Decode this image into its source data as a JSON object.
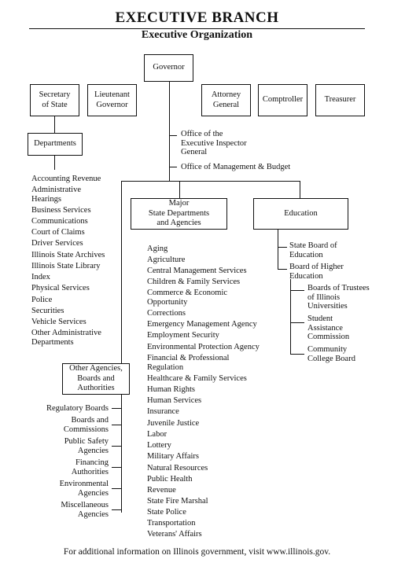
{
  "header": {
    "title": "EXECUTIVE BRANCH",
    "subtitle": "Executive Organization"
  },
  "boxes": {
    "governor": "Governor",
    "secretary_of_state": "Secretary\nof State",
    "lieutenant_governor": "Lieutenant\nGovernor",
    "attorney_general": "Attorney\nGeneral",
    "comptroller": "Comptroller",
    "treasurer": "Treasurer",
    "departments": "Departments",
    "major_state_departments": "Major\nState Departments\nand Agencies",
    "education": "Education",
    "other_agencies": "Other Agencies,\nBoards and\nAuthorities"
  },
  "governor_offices": [
    "Office of the\nExecutive Inspector\nGeneral",
    "Office of Management & Budget"
  ],
  "sos_departments": [
    "Accounting Revenue",
    "Administrative\n   Hearings",
    "Business Services",
    "Communications",
    "Court of Claims",
    "Driver Services",
    "Illinois State Archives",
    "Illinois State Library",
    "Index",
    "Physical Services",
    "Police",
    "Securities",
    "Vehicle Services",
    "Other Administrative\n   Departments"
  ],
  "major_agencies": [
    "Aging",
    "Agriculture",
    "Central Management Services",
    "Children & Family Services",
    "Commerce & Economic\n   Opportunity",
    "Corrections",
    "Emergency Management Agency",
    "Employment Security",
    "Environmental Protection Agency",
    "Financial & Professional\n   Regulation",
    "Healthcare & Family Services",
    "Human Rights",
    "Human Services",
    "Insurance",
    "Juvenile Justice",
    "Labor",
    "Lottery",
    "Military Affairs",
    "Natural Resources",
    "Public Health",
    "Revenue",
    "State Fire Marshal",
    "State Police",
    "Transportation",
    "Veterans' Affairs"
  ],
  "education": {
    "state_board": "State Board of\nEducation",
    "board_higher": "Board of Higher\nEducation",
    "sub": [
      "Boards of Trustees\nof Illinois\nUniversities",
      "Student\nAssistance\nCommission",
      "Community\nCollege Board"
    ]
  },
  "other_agencies_list": [
    "Regulatory Boards",
    "Boards and\nCommissions",
    "Public Safety\nAgencies",
    "Financing\nAuthorities",
    "Environmental\nAgencies",
    "Miscellaneous\nAgencies"
  ],
  "footer": "For additional information on Illinois government, visit www.illinois.gov."
}
